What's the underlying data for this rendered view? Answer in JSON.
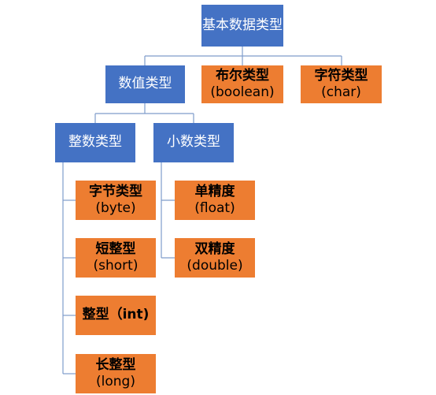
{
  "root": {
    "label": "基本数据类型"
  },
  "numeric": {
    "label": "数值类型"
  },
  "boolean": {
    "label": "布尔类型",
    "keyword": "(boolean)"
  },
  "char": {
    "label": "字符类型",
    "keyword": "(char)"
  },
  "integer": {
    "label": "整数类型"
  },
  "decimal": {
    "label": "小数类型"
  },
  "byte": {
    "label": "字节类型",
    "keyword": "(byte)"
  },
  "short": {
    "label": "短整型",
    "keyword": "(short)"
  },
  "int": {
    "label": "整型（int)"
  },
  "long": {
    "label": "长整型",
    "keyword": "(long)"
  },
  "float": {
    "label": "单精度",
    "keyword": "(float)"
  },
  "double": {
    "label": "双精度",
    "keyword": "(double)"
  },
  "colors": {
    "primary_node": "#4472C4",
    "leaf_node": "#ED7D31",
    "connector": "#7F9CCB"
  }
}
